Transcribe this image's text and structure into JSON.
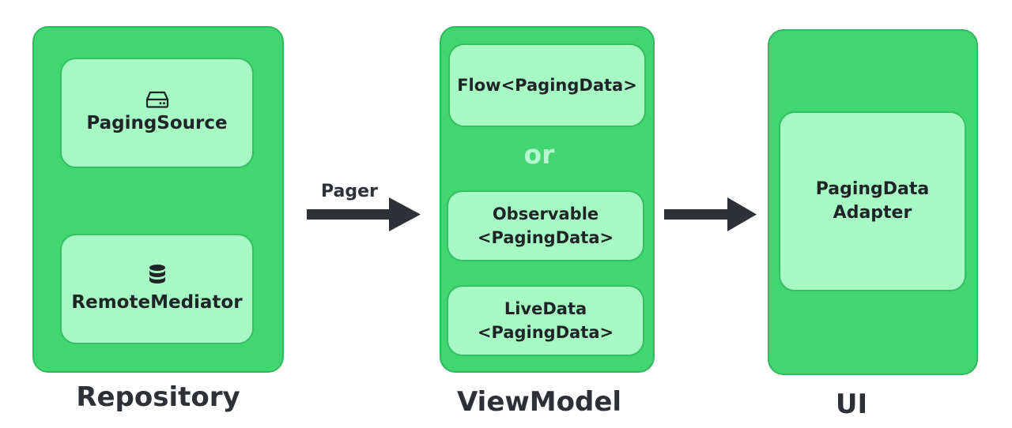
{
  "columns": {
    "repository": {
      "title": "Repository",
      "items": [
        {
          "label": "PagingSource",
          "icon": "hard-drive-icon"
        },
        {
          "label": "RemoteMediator",
          "icon": "database-icon"
        }
      ]
    },
    "viewmodel": {
      "title": "ViewModel",
      "items": [
        {
          "line1": "Flow<PagingData>"
        },
        {
          "line1": "Observable",
          "line2": "<PagingData>"
        },
        {
          "line1": "LiveData",
          "line2": "<PagingData>"
        }
      ],
      "separator": "or"
    },
    "ui": {
      "title": "UI",
      "items": [
        {
          "line1": "PagingData",
          "line2": "Adapter"
        }
      ]
    }
  },
  "edges": [
    {
      "from": "repository",
      "to": "viewmodel",
      "label": "Pager"
    },
    {
      "from": "viewmodel",
      "to": "ui",
      "label": ""
    }
  ],
  "colors": {
    "panel": "#41d672",
    "card": "#a7f9c4",
    "text": "#2d3135",
    "arrow": "#2d3135",
    "or_text": "#b6f8cd"
  }
}
